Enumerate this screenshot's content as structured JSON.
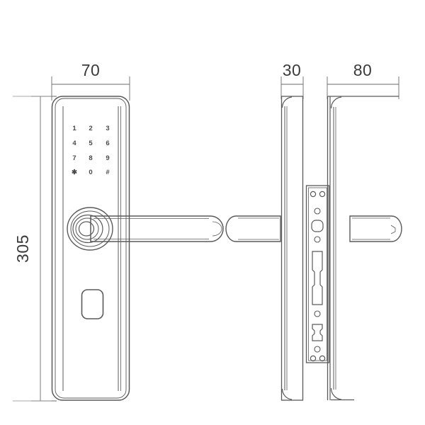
{
  "drawing": {
    "title": "Smart Door Lock Dimensional Drawing",
    "units": "mm",
    "line_color": "#5a5a5a",
    "dim_color": "#3b3b3b",
    "background": "#ffffff"
  },
  "dimensions": {
    "width_front": "70",
    "height_front": "305",
    "depth_side_a": "30",
    "depth_side_b": "80"
  },
  "keypad": {
    "rows": [
      [
        "1",
        "2",
        "3"
      ],
      [
        "4",
        "5",
        "6"
      ],
      [
        "7",
        "8",
        "9"
      ],
      [
        "✱",
        "0",
        "#"
      ]
    ]
  },
  "views": {
    "front": {
      "label": "front-view",
      "features": [
        "keypad",
        "handle-lever",
        "rosette",
        "card-reader-window"
      ]
    },
    "side_left": {
      "label": "side-view-lever"
    },
    "side_panel": {
      "label": "side-view-panel-mortise"
    },
    "side_right": {
      "label": "side-view-panel-80"
    }
  },
  "mortise": {
    "label": "mortise-faceplate",
    "features": [
      "screw-hole-top-left",
      "screw-hole-top-right",
      "small-hole-upper",
      "spindle-hole",
      "small-hole-lower",
      "latch-slot-long",
      "small-hole-mid",
      "deadbolt-slot",
      "small-hole-bottom",
      "screw-hole-bottom-left",
      "screw-hole-bottom-right"
    ]
  }
}
